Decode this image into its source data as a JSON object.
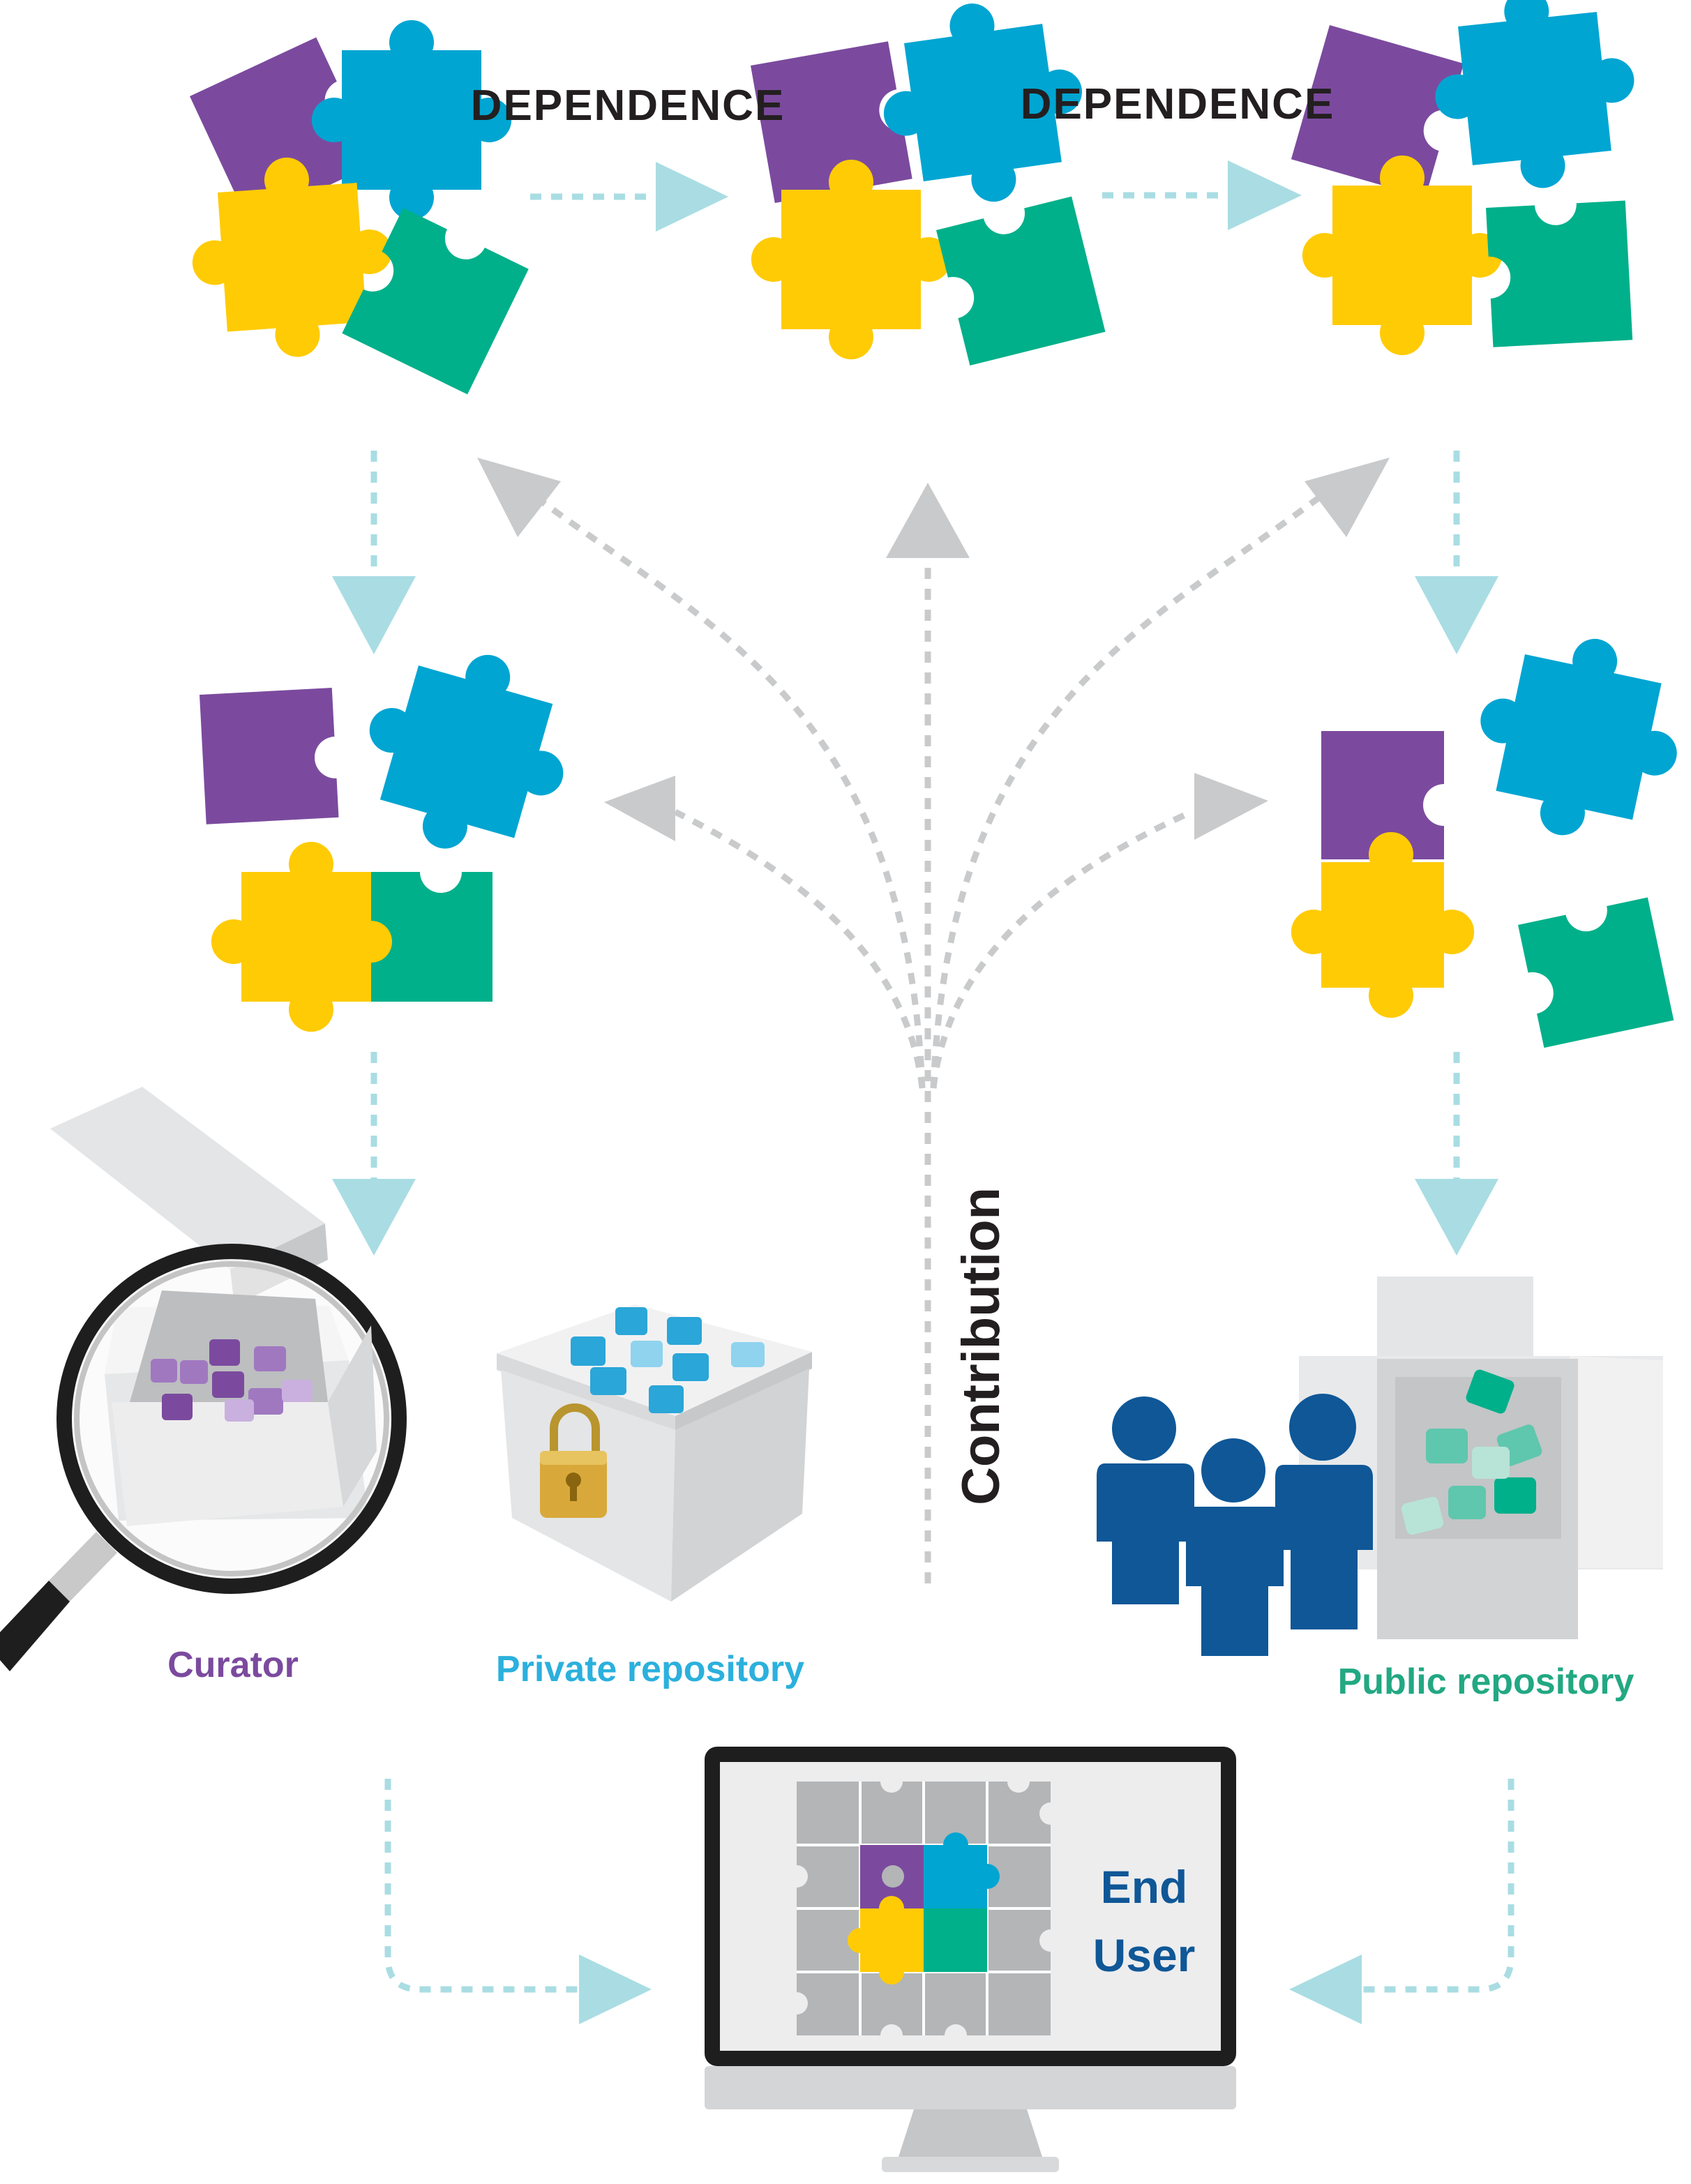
{
  "labels": {
    "dependence_1": "DEPENDENCE",
    "dependence_2": "DEPENDENCE",
    "contribution": "Contribution",
    "curator": "Curator",
    "private_repository": "Private repository",
    "public_repository": "Public repository",
    "end_user_line1": "End",
    "end_user_line2": "User"
  },
  "colors": {
    "purple": "#7b4a9e",
    "blue": "#00a5d2",
    "yellow": "#ffcb05",
    "green": "#00b08a",
    "flow_arrow": "#a9dde3",
    "contribution_arrow": "#c9cacb",
    "dark_blue": "#0f5797",
    "curator_text": "#7b4a9e",
    "private_text": "#2bb0dd",
    "public_text": "#22a882",
    "end_user_text": "#0f5797"
  },
  "icons": {
    "magnifier": "magnifier-icon",
    "lock": "padlock-icon",
    "people": "people-icon",
    "monitor": "monitor-icon"
  }
}
